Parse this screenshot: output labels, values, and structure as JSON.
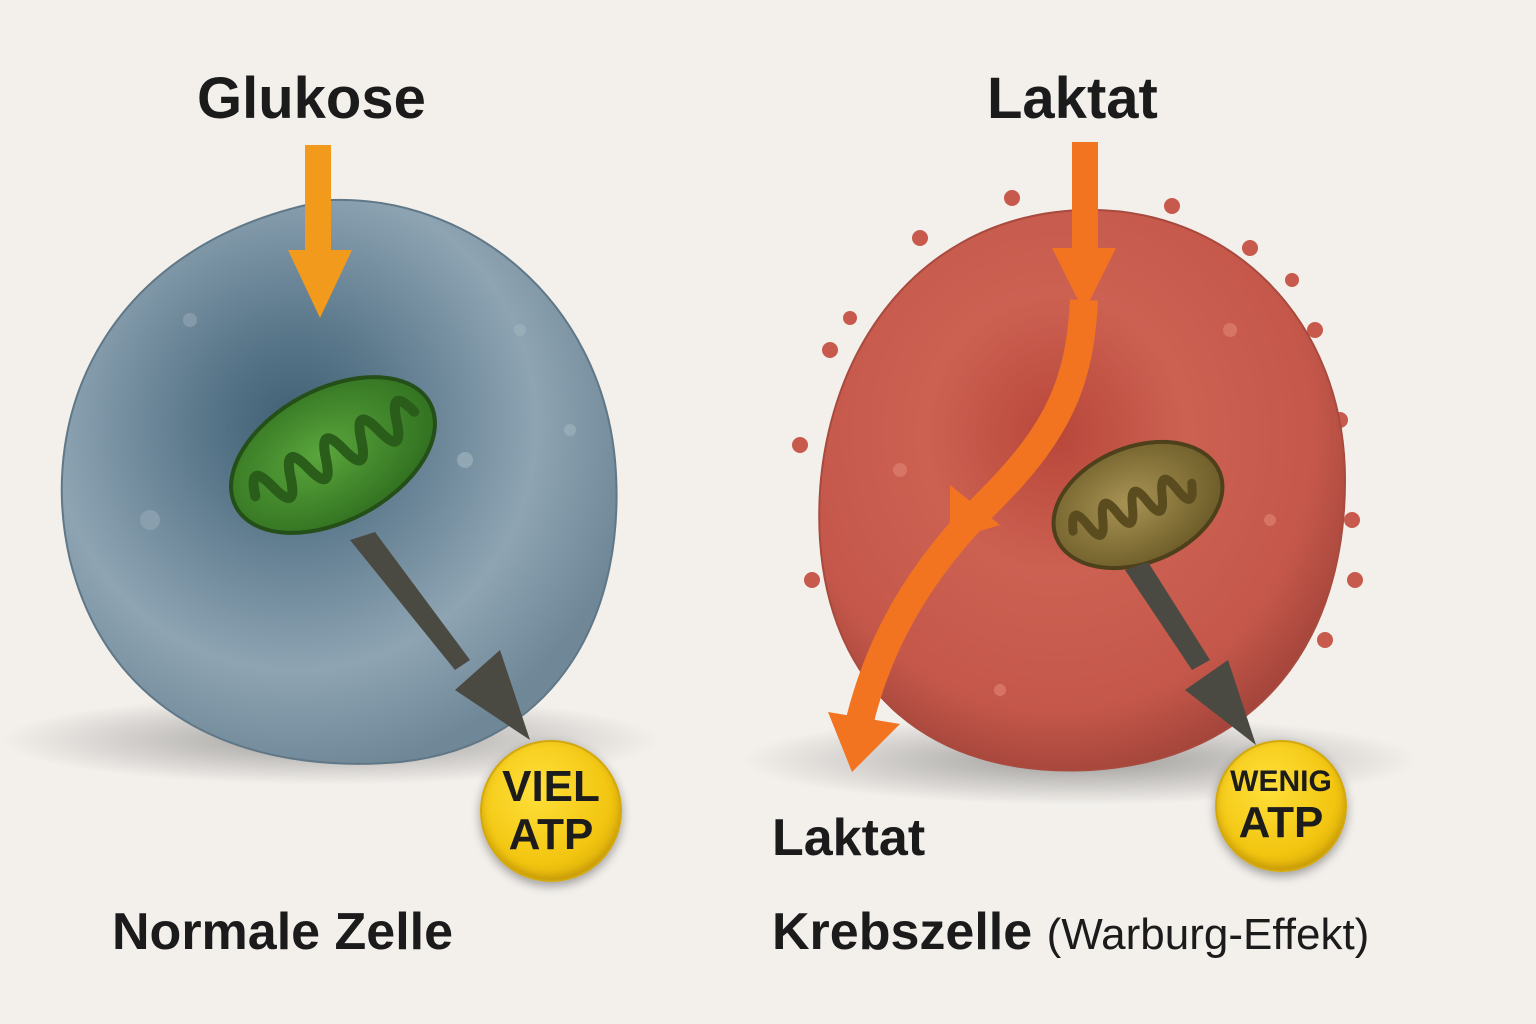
{
  "left": {
    "input_label": "Glukose",
    "cell_label": "Normale Zelle",
    "badge": {
      "line1": "VIEL",
      "line2": "ATP"
    },
    "cell_color": "#7f97a8",
    "mitochondrion_color": "#3f8a2c"
  },
  "right": {
    "input_label": "Laktat",
    "output_label": "Laktat",
    "cell_label": "Krebszelle",
    "cell_label_note": "(Warburg-Effekt)",
    "badge": {
      "line1": "WENIG",
      "line2": "ATP"
    },
    "cell_color": "#c9594a",
    "mitochondrion_color": "#8a7636"
  },
  "colors": {
    "arrow_glukose": "#f29a1c",
    "arrow_laktat": "#f27420",
    "arrow_atp": "#4a4a42",
    "badge": "#f2c510"
  },
  "icons": [
    "cell-icon",
    "mitochondrion-icon",
    "arrow-icon"
  ]
}
